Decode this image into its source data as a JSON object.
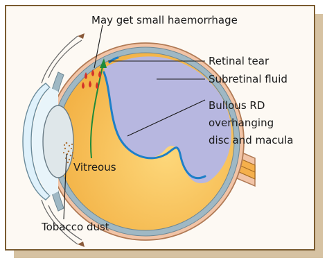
{
  "figure": {
    "labels": {
      "haemorrhage": "May get small haemorrhage",
      "retinal_tear": "Retinal tear",
      "subretinal_fluid": "Subretinal fluid",
      "bullous_line1": "Bullous RD",
      "bullous_line2": "overhanging",
      "bullous_line3": "disc and macula",
      "vitreous": "Vitreous",
      "tobacco_dust": "Tobacco dust"
    },
    "colors": {
      "card_background": "#fdf9f3",
      "card_shadow": "#d6c2a2",
      "card_border": "#7a5b30",
      "sclera": "#f2c4a6",
      "choroid": "#9fb8c4",
      "vitreous_fill": "#f8c35c",
      "subretinal_fluid": "#b7b7e0",
      "retina_line": "#1e7fc8",
      "haemorrhage": "#d4322a",
      "tear_arrow": "#1e8a3a",
      "cornea": "#dff1fb",
      "lens": "#dfe7ea",
      "ciliary_body": "#9fb8c4",
      "optic_nerve": "#f5b04c"
    }
  }
}
